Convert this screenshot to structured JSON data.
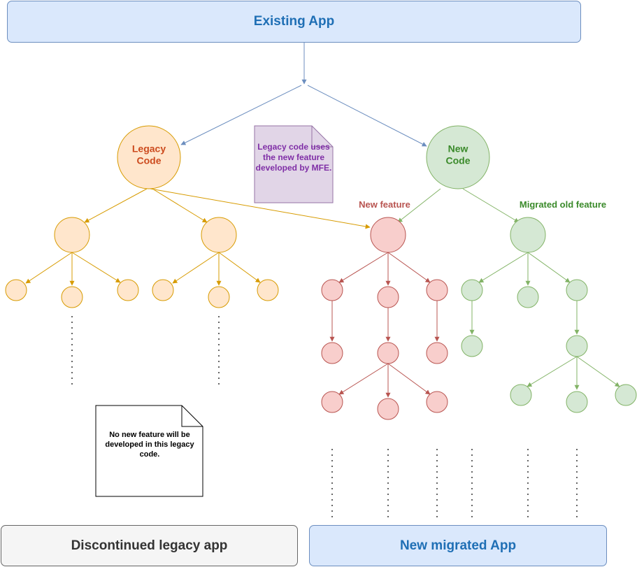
{
  "header": {
    "title": "Existing App"
  },
  "nodes": {
    "legacy_code": "Legacy\nCode",
    "new_code": "New\nCode"
  },
  "labels": {
    "new_feature": "New feature",
    "migrated_old_feature": "Migrated old feature"
  },
  "notes": {
    "mfe_note": "Legacy code uses\nthe new feature\ndeveloped by MFE.",
    "legacy_note": "No new feature will be\ndeveloped in this legacy\ncode."
  },
  "footer": {
    "discontinued": "Discontinued legacy app",
    "migrated": "New migrated App"
  },
  "colors": {
    "blue_fill": "#dae8fc",
    "blue_stroke": "#6c8ebf",
    "blue_text": "#1f6fb5",
    "orange_fill": "#ffe6cc",
    "orange_stroke": "#d79b00",
    "orange_text": "#cc4b1e",
    "red_fill": "#f8cecc",
    "red_stroke": "#b85450",
    "red_text": "#b85450",
    "green_fill": "#d5e8d4",
    "green_stroke": "#82b366",
    "green_text": "#3a8a2a",
    "purple_fill": "#e1d5e7",
    "purple_stroke": "#9673a6",
    "purple_text": "#7f2ea6"
  }
}
